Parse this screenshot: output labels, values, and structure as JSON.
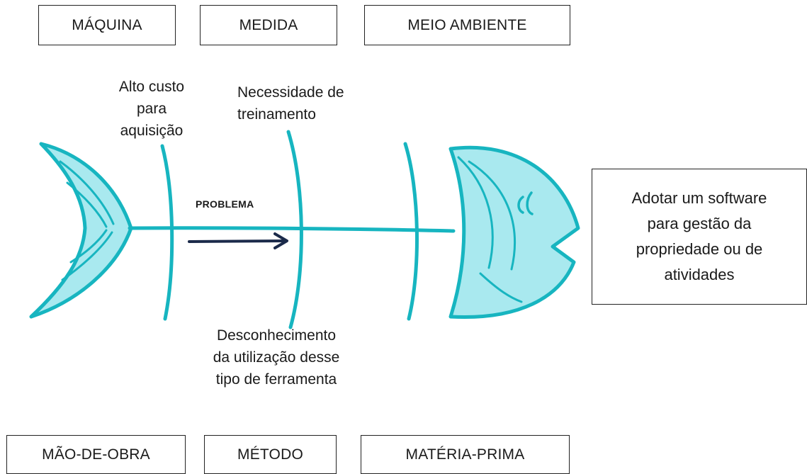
{
  "categories": {
    "top": [
      "MÁQUINA",
      "MEDIDA",
      "MEIO AMBIENTE"
    ],
    "bottom": [
      "MÃO-DE-OBRA",
      "MÉTODO",
      "MATÉRIA-PRIMA"
    ]
  },
  "causes": {
    "maquina": "Alto custo\npara\naquisição",
    "medida": "Necessidade de\ntreinamento",
    "mao_de_obra": "Desconhecimento\nda utilização desse\ntipo de ferramenta"
  },
  "problem_label": "PROBLEMA",
  "effect": "Adotar um software\npara gestão da\npropriedade ou de\natividades",
  "colors": {
    "fish_fill": "#a9e9ef",
    "fish_stroke": "#17b5c0",
    "arrow": "#1b2a4a"
  }
}
